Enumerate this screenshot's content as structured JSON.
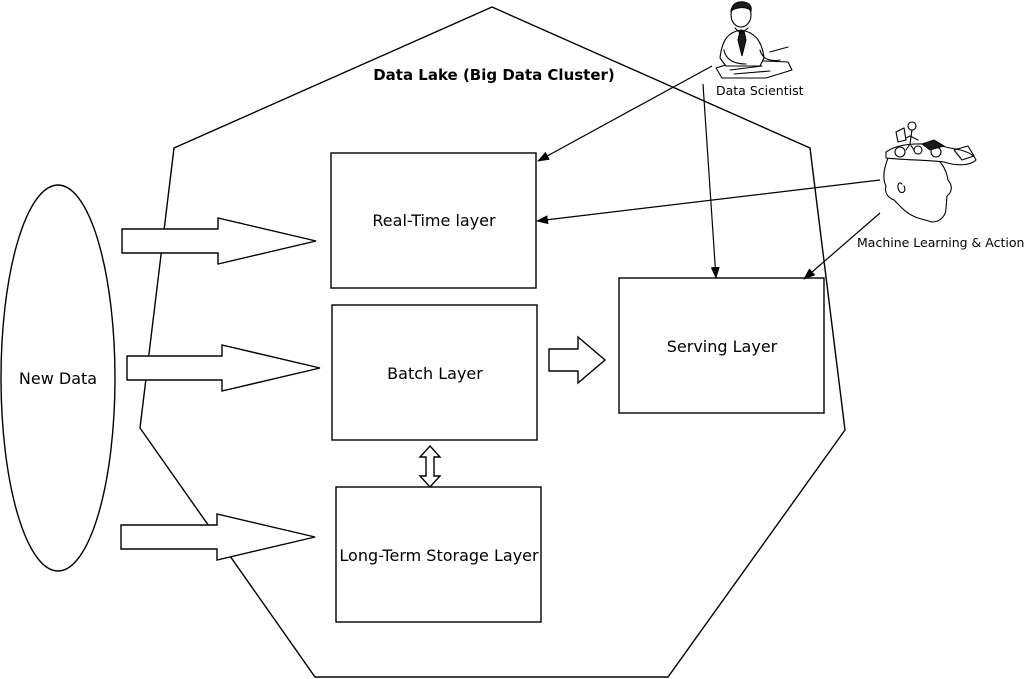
{
  "diagram": {
    "title": "Data Lake (Big Data Cluster)",
    "source": {
      "label": "New Data"
    },
    "layers": {
      "realtime": "Real-Time layer",
      "batch": "Batch Layer",
      "storage": "Long-Term Storage Layer",
      "serving": "Serving Layer"
    },
    "actors": {
      "data_scientist": {
        "label": "Data Scientist",
        "icon": "person-at-desk-icon"
      },
      "machine_learning": {
        "label": "Machine Learning & Action",
        "icon": "head-with-gears-icon"
      }
    },
    "connections": [
      {
        "from": "New Data",
        "to": "Real-Time layer"
      },
      {
        "from": "New Data",
        "to": "Batch Layer"
      },
      {
        "from": "New Data",
        "to": "Long-Term Storage Layer"
      },
      {
        "from": "Batch Layer",
        "to": "Serving Layer"
      },
      {
        "from": "Batch Layer",
        "to": "Long-Term Storage Layer",
        "bidirectional": true
      },
      {
        "from": "Data Scientist",
        "to": "Real-Time layer"
      },
      {
        "from": "Data Scientist",
        "to": "Serving Layer"
      },
      {
        "from": "Machine Learning & Action",
        "to": "Real-Time layer"
      },
      {
        "from": "Machine Learning & Action",
        "to": "Serving Layer"
      }
    ]
  }
}
